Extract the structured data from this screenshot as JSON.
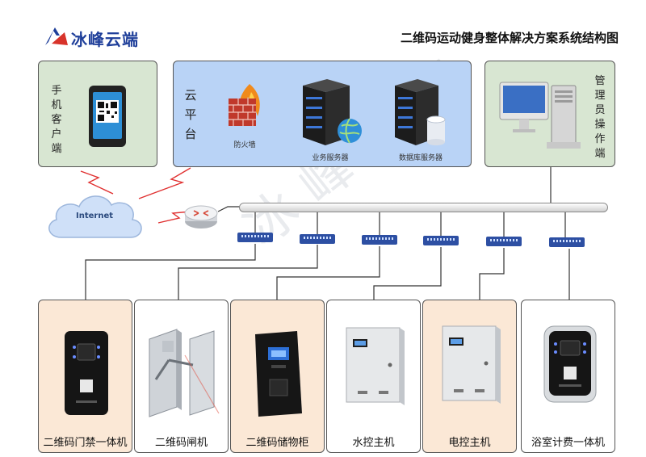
{
  "header": {
    "brand": "冰峰云端",
    "title": "二维码运动健身整体解决方案系统结构图",
    "watermark": "冰峰云端"
  },
  "top": {
    "mobile_client": "手机客户端",
    "cloud_platform": "云平台",
    "firewall": "防火墙",
    "business_server": "业务服务器",
    "database_server": "数据库服务器",
    "admin_terminal": "管理员操作端"
  },
  "network": {
    "internet": "Internet"
  },
  "devices": [
    {
      "label": "二维码门禁一体机"
    },
    {
      "label": "二维码闸机"
    },
    {
      "label": "二维码储物柜"
    },
    {
      "label": "水控主机"
    },
    {
      "label": "电控主机"
    },
    {
      "label": "浴室计费一体机"
    }
  ],
  "colors": {
    "brand_blue": "#1f3f9a",
    "panel_green": "#d8e6d2",
    "cloud_blue": "#b9d3f6",
    "card_peach": "#fbe8d6",
    "card_white": "#ffffff",
    "switch_blue": "#2d4fa3"
  }
}
